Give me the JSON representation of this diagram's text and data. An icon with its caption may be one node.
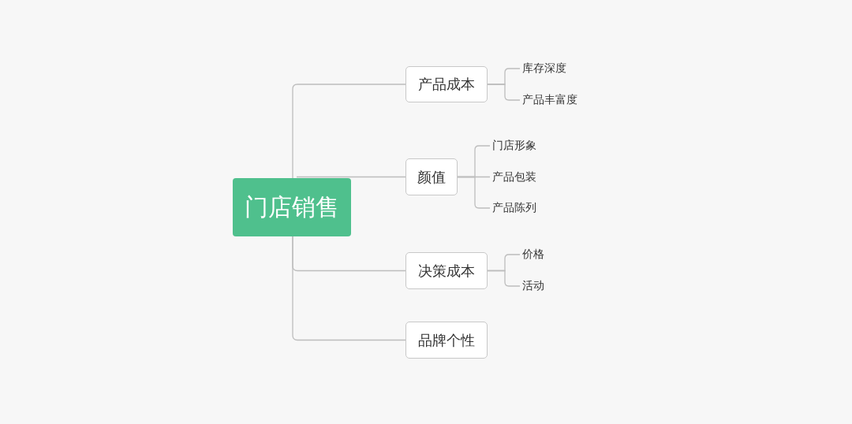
{
  "diagram": {
    "nodes": [
      {
        "text": [
          "门店销售"
        ]
      },
      {
        "text": [
          "产品成本"
        ]
      },
      {
        "text": [
          "库存深度"
        ]
      },
      {
        "text": [
          "产品丰富度"
        ]
      },
      {
        "text": [
          "颜值"
        ]
      },
      {
        "text": [
          "门店形象"
        ]
      },
      {
        "text": [
          "产品包装"
        ]
      },
      {
        "text": [
          "产品陈列"
        ]
      },
      {
        "text": [
          "决策成本"
        ]
      },
      {
        "text": [
          "价格"
        ]
      },
      {
        "text": [
          "活动"
        ]
      },
      {
        "text": [
          "品牌个性"
        ]
      }
    ],
    "edges": [
      {
        "from": 0,
        "to": 1,
        "arrow": "none"
      },
      {
        "from": 0,
        "to": 4,
        "arrow": "none"
      },
      {
        "from": 0,
        "to": 8,
        "arrow": "none"
      },
      {
        "from": 0,
        "to": 11,
        "arrow": "none"
      },
      {
        "from": 1,
        "to": 2,
        "arrow": "none"
      },
      {
        "from": 1,
        "to": 3,
        "arrow": "none"
      },
      {
        "from": 4,
        "to": 5,
        "arrow": "none"
      },
      {
        "from": 4,
        "to": 6,
        "arrow": "none"
      },
      {
        "from": 4,
        "to": 7,
        "arrow": "none"
      },
      {
        "from": 8,
        "to": 9,
        "arrow": "none"
      },
      {
        "from": 8,
        "to": 10,
        "arrow": "none"
      }
    ]
  }
}
